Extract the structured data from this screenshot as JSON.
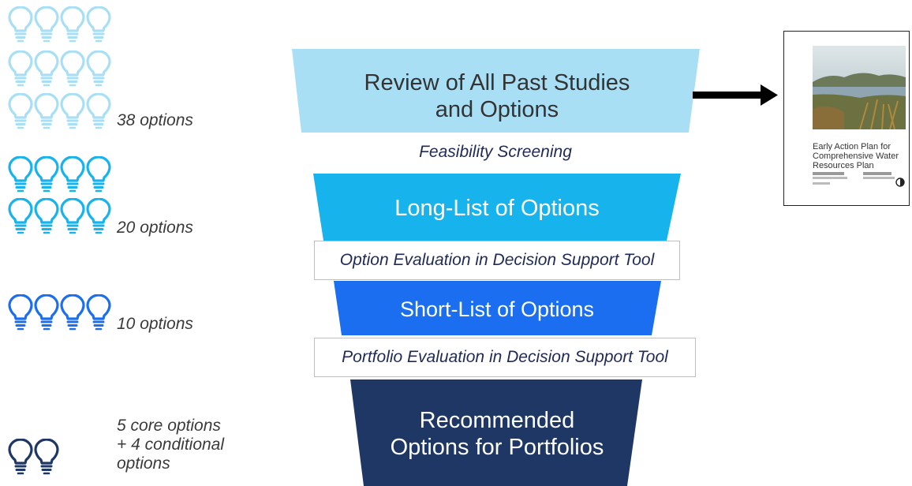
{
  "option_counts": [
    {
      "label": "38 options"
    },
    {
      "label": "20 options"
    },
    {
      "label": "10 options"
    },
    {
      "label": "5 core options\n+ 4 conditional\noptions"
    }
  ],
  "funnel": {
    "stages": [
      {
        "label": "Review of All Past Studies\nand Options",
        "color": "#a9dff5"
      },
      {
        "label": "Long-List of Options",
        "color": "#16b3ec"
      },
      {
        "label": "Short-List of Options",
        "color": "#1b6eef"
      },
      {
        "label": "Recommended\nOptions for Portfolios",
        "color": "#1e3764"
      }
    ],
    "methods": [
      {
        "label": "Feasibility Screening"
      },
      {
        "label": "Option Evaluation in Decision Support Tool"
      },
      {
        "label": "Portfolio Evaluation in Decision Support Tool"
      }
    ]
  },
  "bulb_colors": [
    "#a9dff5",
    "#16b3ec",
    "#1b6eef",
    "#1e3764"
  ],
  "report": {
    "title": "Early Action Plan for\nComprehensive Water\nResources Plan"
  }
}
